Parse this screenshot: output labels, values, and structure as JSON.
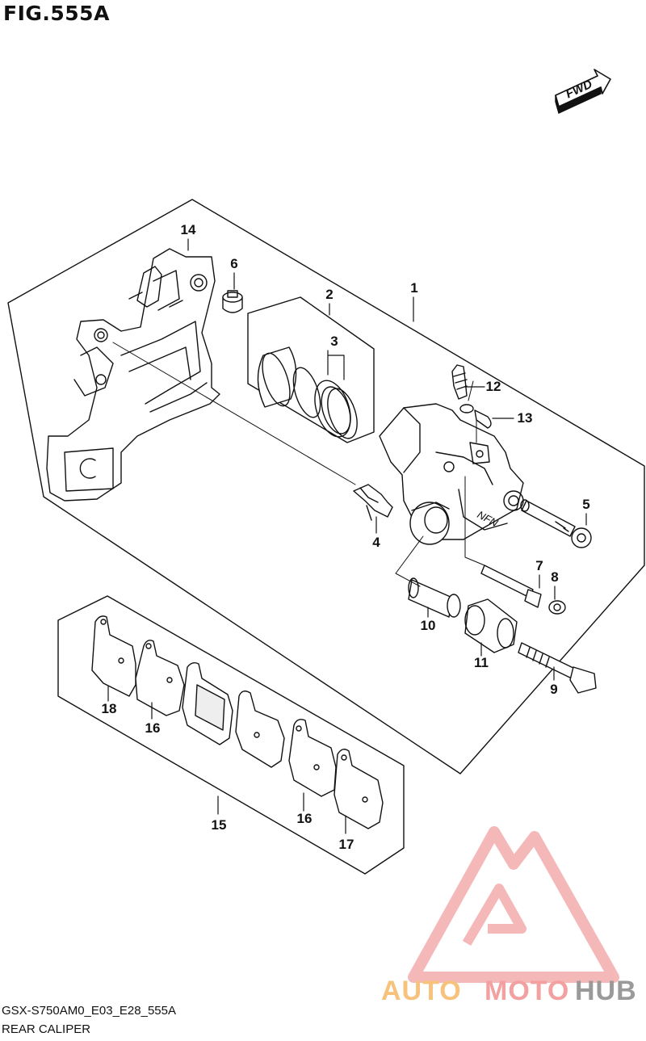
{
  "figure": {
    "title": "FIG.555A",
    "model_code": "GSX-S750AM0_E03_E28_555A",
    "name": "REAR CALIPER",
    "direction_badge": "FWD"
  },
  "callouts": [
    {
      "id": "1",
      "label": "1"
    },
    {
      "id": "2",
      "label": "2"
    },
    {
      "id": "3",
      "label": "3"
    },
    {
      "id": "4",
      "label": "4"
    },
    {
      "id": "5",
      "label": "5"
    },
    {
      "id": "6",
      "label": "6"
    },
    {
      "id": "7",
      "label": "7"
    },
    {
      "id": "8",
      "label": "8"
    },
    {
      "id": "9",
      "label": "9"
    },
    {
      "id": "10",
      "label": "10"
    },
    {
      "id": "11",
      "label": "11"
    },
    {
      "id": "12",
      "label": "12"
    },
    {
      "id": "13",
      "label": "13"
    },
    {
      "id": "14",
      "label": "14"
    },
    {
      "id": "15",
      "label": "15"
    },
    {
      "id": "16a",
      "label": "16"
    },
    {
      "id": "16b",
      "label": "16"
    },
    {
      "id": "17",
      "label": "17"
    },
    {
      "id": "18",
      "label": "18"
    }
  ],
  "caliper_stamp": "NFN",
  "watermark": {
    "part1": "AUTO",
    "part2": "MOTO",
    "part3": "HUB",
    "colors": {
      "auto": "#f6c27c",
      "moto": "#f3a0a0",
      "hub": "#9a9a9a",
      "logo": "#f08a8a"
    }
  }
}
